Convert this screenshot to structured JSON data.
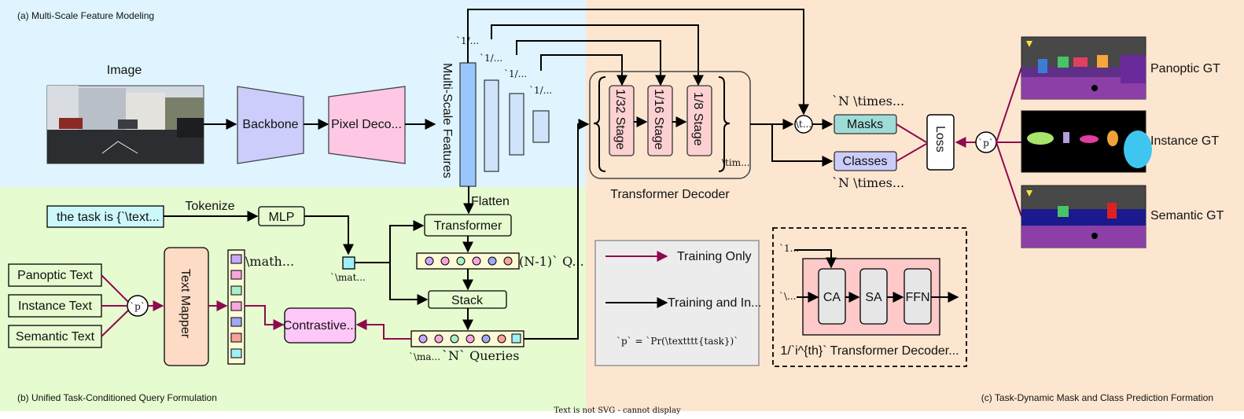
{
  "sections": {
    "a": "(a) Multi-Scale Feature Modeling",
    "b": "(b) Unified Task-Conditioned Query Formulation",
    "c": "(c) Task-Dynamic Mask and Class Prediction Formation"
  },
  "image_label": "Image",
  "backbone": "Backbone",
  "pixel_decoder": "Pixel Deco...",
  "multiscale_features": "Multi-Scale Features",
  "scale_labels": [
    "`1/...",
    "`1/...",
    "`1/...",
    "`1/..."
  ],
  "flatten": "Flatten",
  "stages": [
    "1/32 Stage",
    "1/16 Stage",
    "1/8 Stage"
  ],
  "times_label": "\\tim...",
  "decoder_title": "Transformer Decoder",
  "concat_op": "\\t...",
  "masks": "Masks",
  "classes": "Classes",
  "n_times_top": "`N \\times...",
  "n_times_bottom": "`N \\times...",
  "loss": "Loss",
  "p_symbol": "`p`",
  "gt_labels": [
    "Panoptic GT",
    "Instance GT",
    "Semantic GT"
  ],
  "task_text": "the task is {`\\text...",
  "tokenize": "Tokenize",
  "mlp": "MLP",
  "transformer": "Transformer",
  "stack": "Stack",
  "n1_queries": "(N-1)` Q...",
  "n_queries": "`N` Queries",
  "math_under_queries": "`\\ma...",
  "math_small_square": "`\\mat...",
  "math_text_queries": "\\math...",
  "texts": [
    "Panoptic Text",
    "Instance Text",
    "Semantic Text"
  ],
  "text_mapper": "Text Mapper",
  "contrastive": "Contrastive...",
  "legend": {
    "training_only": "Training Only",
    "training_inference": "Training and In...",
    "p_def": "`p` = `Pr(\\textttt{task})`"
  },
  "block": {
    "top_input": "`1...",
    "left_input": "`\\...",
    "ca": "CA",
    "sa": "SA",
    "ffn": "FFN",
    "caption": "1/`i^{th}` Transformer Decoder..."
  },
  "footer": "Text is not SVG - cannot display",
  "colors": {
    "bg_a": "#dff4fe",
    "bg_b": "#e6fbd0",
    "bg_c": "#fde6d0",
    "backbone": "#cccdfb",
    "pixel_decoder": "#fec8e4",
    "feature": "#cfe3fb",
    "feature_main": "#99c7fb",
    "stage": "#fdd1d1",
    "masks": "#9fdcd8",
    "classes": "#ccccfa",
    "text_mapper": "#fddbc5",
    "contrastive": "#fdc7f8",
    "task_text": "#ccf7fb",
    "training_only": "#8e0a4e",
    "block_bg": "#fdc9c9",
    "block_inner": "#e6e6e6",
    "legend_bg": "#ececec"
  },
  "query_colors": [
    "#c7a8fc",
    "#f6a6dd",
    "#a9f0c8",
    "#f6a6dd",
    "#9fa8f5",
    "#f6a39b",
    "#9ff0f7"
  ]
}
